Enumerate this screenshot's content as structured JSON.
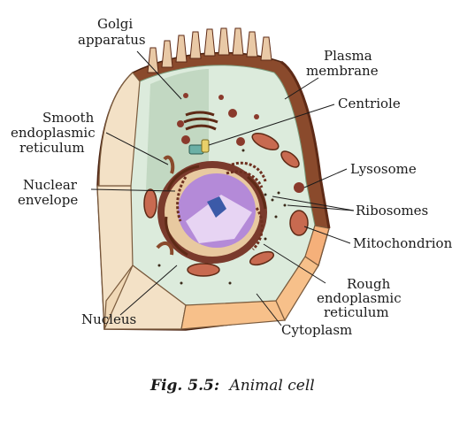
{
  "labels": {
    "golgi_1": "Golgi",
    "golgi_2": "apparatus",
    "plasma_1": "Plasma",
    "plasma_2": "membrane",
    "centriole": "Centriole",
    "smooth_1": "Smooth",
    "smooth_2": "endoplasmic",
    "smooth_3": "reticulum",
    "nuclear_1": "Nuclear",
    "nuclear_2": "envelope",
    "lysosome": "Lysosome",
    "ribosomes": "Ribosomes",
    "mitochondrion": "Mitochondrion",
    "rough_1": "Rough",
    "rough_2": "endoplasmic",
    "rough_3": "reticulum",
    "nucleus": "Nucleus",
    "cytoplasm": "Cytoplasm"
  },
  "caption": {
    "number": "Fig. 5.5:",
    "title": "Animal cell"
  },
  "colors": {
    "membrane": "#8a4a2c",
    "membrane_dark": "#5e2a16",
    "cytoplasm": "#dcebdc",
    "cut_face_light": "#f3e1c6",
    "cut_face_orange": "#f7c08a",
    "nucleus": "#b48ad8",
    "nucleolus": "#3b5aa8",
    "organelle": "#8a3a2c"
  }
}
